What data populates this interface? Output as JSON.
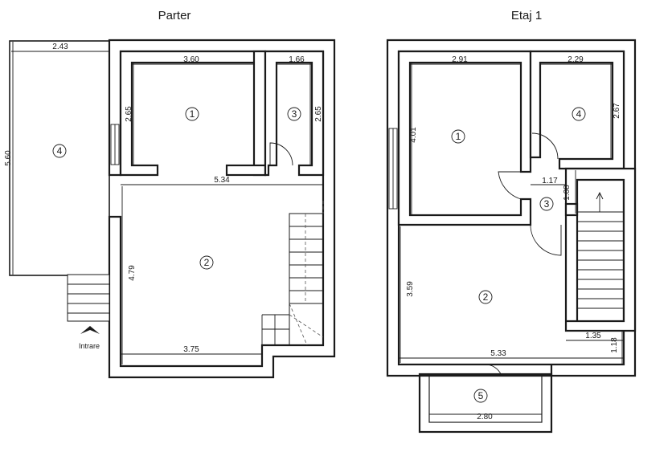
{
  "plans": {
    "parter": {
      "title": "Parter",
      "entrance_label": "Intrare",
      "rooms": [
        "1",
        "2",
        "3",
        "4"
      ],
      "dims": {
        "d243": "2.43",
        "d360": "3.60",
        "d166": "1.66",
        "d560": "5.60",
        "d265a": "2.65",
        "d265b": "2.65",
        "d534": "5.34",
        "d479": "4.79",
        "d375": "3.75"
      }
    },
    "etaj": {
      "title": "Etaj 1",
      "rooms": [
        "1",
        "2",
        "3",
        "4",
        "5"
      ],
      "dims": {
        "d291": "2.91",
        "d229": "2.29",
        "d401": "4.01",
        "d267": "2.67",
        "d117": "1.17",
        "d108": "1.08",
        "d359": "3.59",
        "d135": "1.35",
        "d118": "1.18",
        "d533": "5.33",
        "d280": "2.80"
      }
    }
  }
}
